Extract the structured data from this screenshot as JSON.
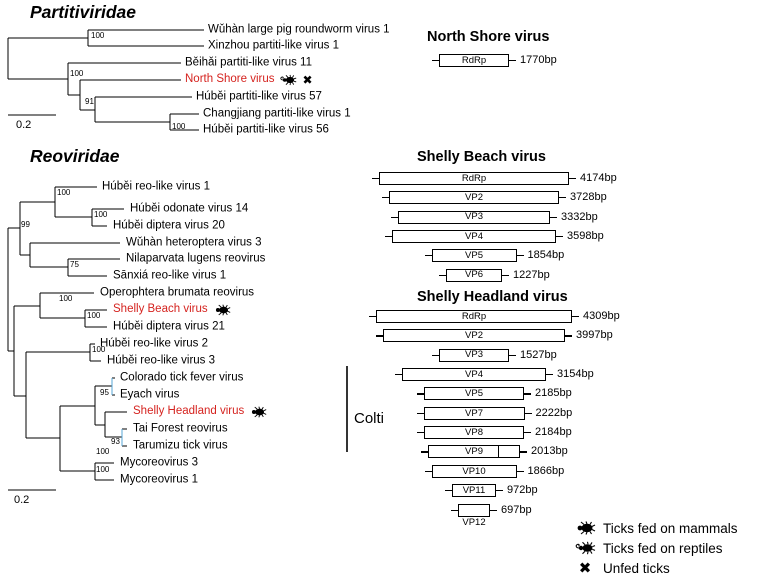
{
  "colors": {
    "highlight": "#d5231f",
    "node_blue": "#57a7d7"
  },
  "partitiviridae": {
    "title": "Partitiviridae",
    "scale_label": "0.2",
    "taxa": [
      {
        "label": "Wǔhàn large pig roundworm virus 1"
      },
      {
        "label": "Xinzhou partiti-like virus 1"
      },
      {
        "label": "Běihǎi partiti-like virus 11"
      },
      {
        "label": "North Shore virus",
        "highlight": true,
        "icons": [
          "tick-reptile",
          "unfed-cross"
        ]
      },
      {
        "label": "Húběi partiti-like virus 57"
      },
      {
        "label": "Changjiang partiti-like virus 1"
      },
      {
        "label": "Húběi partiti-like virus 56"
      }
    ],
    "bootstraps": [
      "100",
      "100",
      "91",
      "100"
    ]
  },
  "reoviridae": {
    "title": "Reoviridae",
    "scale_label": "0.2",
    "taxa": [
      {
        "label": "Húběi reo-like virus 1"
      },
      {
        "label": "Húběi odonate virus 14"
      },
      {
        "label": "Húběi diptera virus 20"
      },
      {
        "label": "Wǔhàn heteroptera virus 3"
      },
      {
        "label": "Nilaparvata lugens reovirus"
      },
      {
        "label": "Sānxiá reo-like virus 1"
      },
      {
        "label": "Operophtera brumata reovirus"
      },
      {
        "label": "Shelly Beach virus",
        "highlight": true,
        "icons": [
          "tick-mammal"
        ]
      },
      {
        "label": "Húběi diptera virus 21"
      },
      {
        "label": "Húběi reo-like virus 2"
      },
      {
        "label": "Húběi reo-like virus 3"
      },
      {
        "label": "Colorado tick fever virus"
      },
      {
        "label": "Eyach virus"
      },
      {
        "label": "Shelly Headland virus",
        "highlight": true,
        "icons": [
          "tick-mammal"
        ]
      },
      {
        "label": "Tai Forest reovirus"
      },
      {
        "label": "Tarumizu tick virus"
      },
      {
        "label": "Mycoreovirus 3"
      },
      {
        "label": "Mycoreovirus 1"
      }
    ],
    "bootstraps": [
      "100",
      "100",
      "99",
      "75",
      "100",
      "100",
      "100",
      "95",
      "93",
      "100",
      "100"
    ]
  },
  "colti_label": "Colti",
  "genomes": [
    {
      "title": "North Shore virus",
      "segments": [
        {
          "name": "RdRp",
          "bp": 1770
        }
      ]
    },
    {
      "title": "Shelly Beach virus",
      "segments": [
        {
          "name": "RdRp",
          "bp": 4174
        },
        {
          "name": "VP2",
          "bp": 3728
        },
        {
          "name": "VP3",
          "bp": 3332
        },
        {
          "name": "VP4",
          "bp": 3598
        },
        {
          "name": "VP5",
          "bp": 1854
        },
        {
          "name": "VP6",
          "bp": 1227
        }
      ]
    },
    {
      "title": "Shelly Headland virus",
      "segments": [
        {
          "name": "RdRp",
          "bp": 4309
        },
        {
          "name": "VP2",
          "bp": 3997
        },
        {
          "name": "VP3",
          "bp": 1527
        },
        {
          "name": "VP4",
          "bp": 3154
        },
        {
          "name": "VP5",
          "bp": 2185
        },
        {
          "name": "VP7",
          "bp": 2222
        },
        {
          "name": "VP8",
          "bp": 2184
        },
        {
          "name": "VP9",
          "bp": 2013,
          "split": true
        },
        {
          "name": "VP10",
          "bp": 1866
        },
        {
          "name": "VP11",
          "bp": 972
        },
        {
          "name": "VP12",
          "bp": 697,
          "label_below": true
        }
      ]
    }
  ],
  "legend": [
    {
      "icon": "tick-mammal",
      "label": "Ticks fed on mammals"
    },
    {
      "icon": "tick-reptile",
      "label": "Ticks fed on reptiles"
    },
    {
      "icon": "unfed-cross",
      "label": "Unfed ticks"
    }
  ]
}
